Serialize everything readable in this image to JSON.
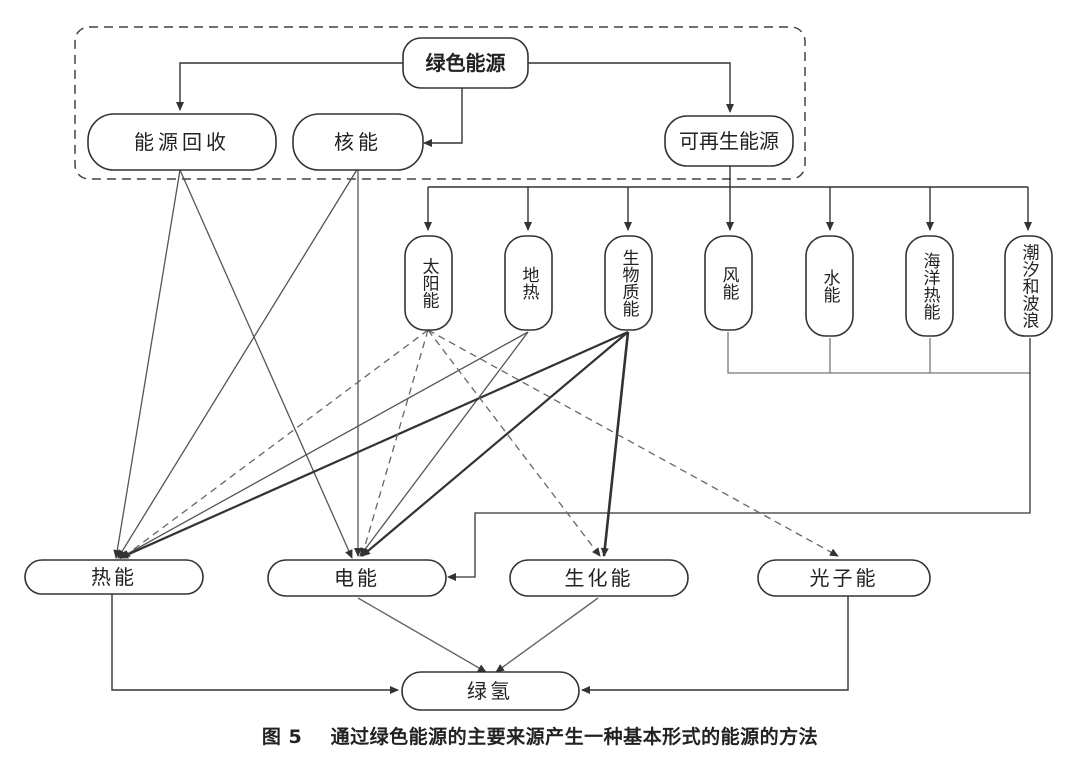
{
  "nodes": {
    "green_energy": "绿色能源",
    "energy_recovery": "能源回收",
    "nuclear": "核能",
    "renewable": "可再生能源",
    "solar": "太阳能",
    "geothermal": "地热",
    "biomass": "生物质能",
    "wind": "风能",
    "hydro": "水能",
    "ocean_thermal": "海洋热能",
    "tidal_wave": "潮汐和波浪",
    "heat": "热能",
    "electric": "电能",
    "biochemical": "生化能",
    "photon": "光子能",
    "green_hydrogen": "绿氢"
  },
  "caption": {
    "figure": "图 5",
    "text": "通过绿色能源的主要来源产生一种基本形式的能源的方法"
  },
  "colors": {
    "line": "#333333",
    "dashed": "#555555",
    "border": "#333333"
  }
}
